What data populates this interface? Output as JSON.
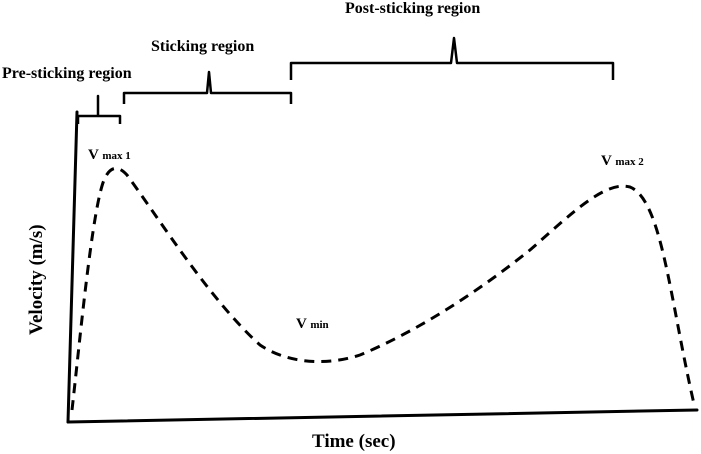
{
  "regions": {
    "pre_sticking": "Pre-sticking region",
    "sticking": "Sticking region",
    "post_sticking": "Post-sticking region"
  },
  "axes": {
    "x_label": "Time (sec)",
    "y_label": "Velocity (m/s)"
  },
  "points": {
    "vmax1": {
      "main": "V",
      "sub": "max 1"
    },
    "vmin": {
      "main": "V",
      "sub": "min"
    },
    "vmax2": {
      "main": "V",
      "sub": "max 2"
    }
  },
  "colors": {
    "ink": "#000000",
    "background": "#ffffff"
  }
}
